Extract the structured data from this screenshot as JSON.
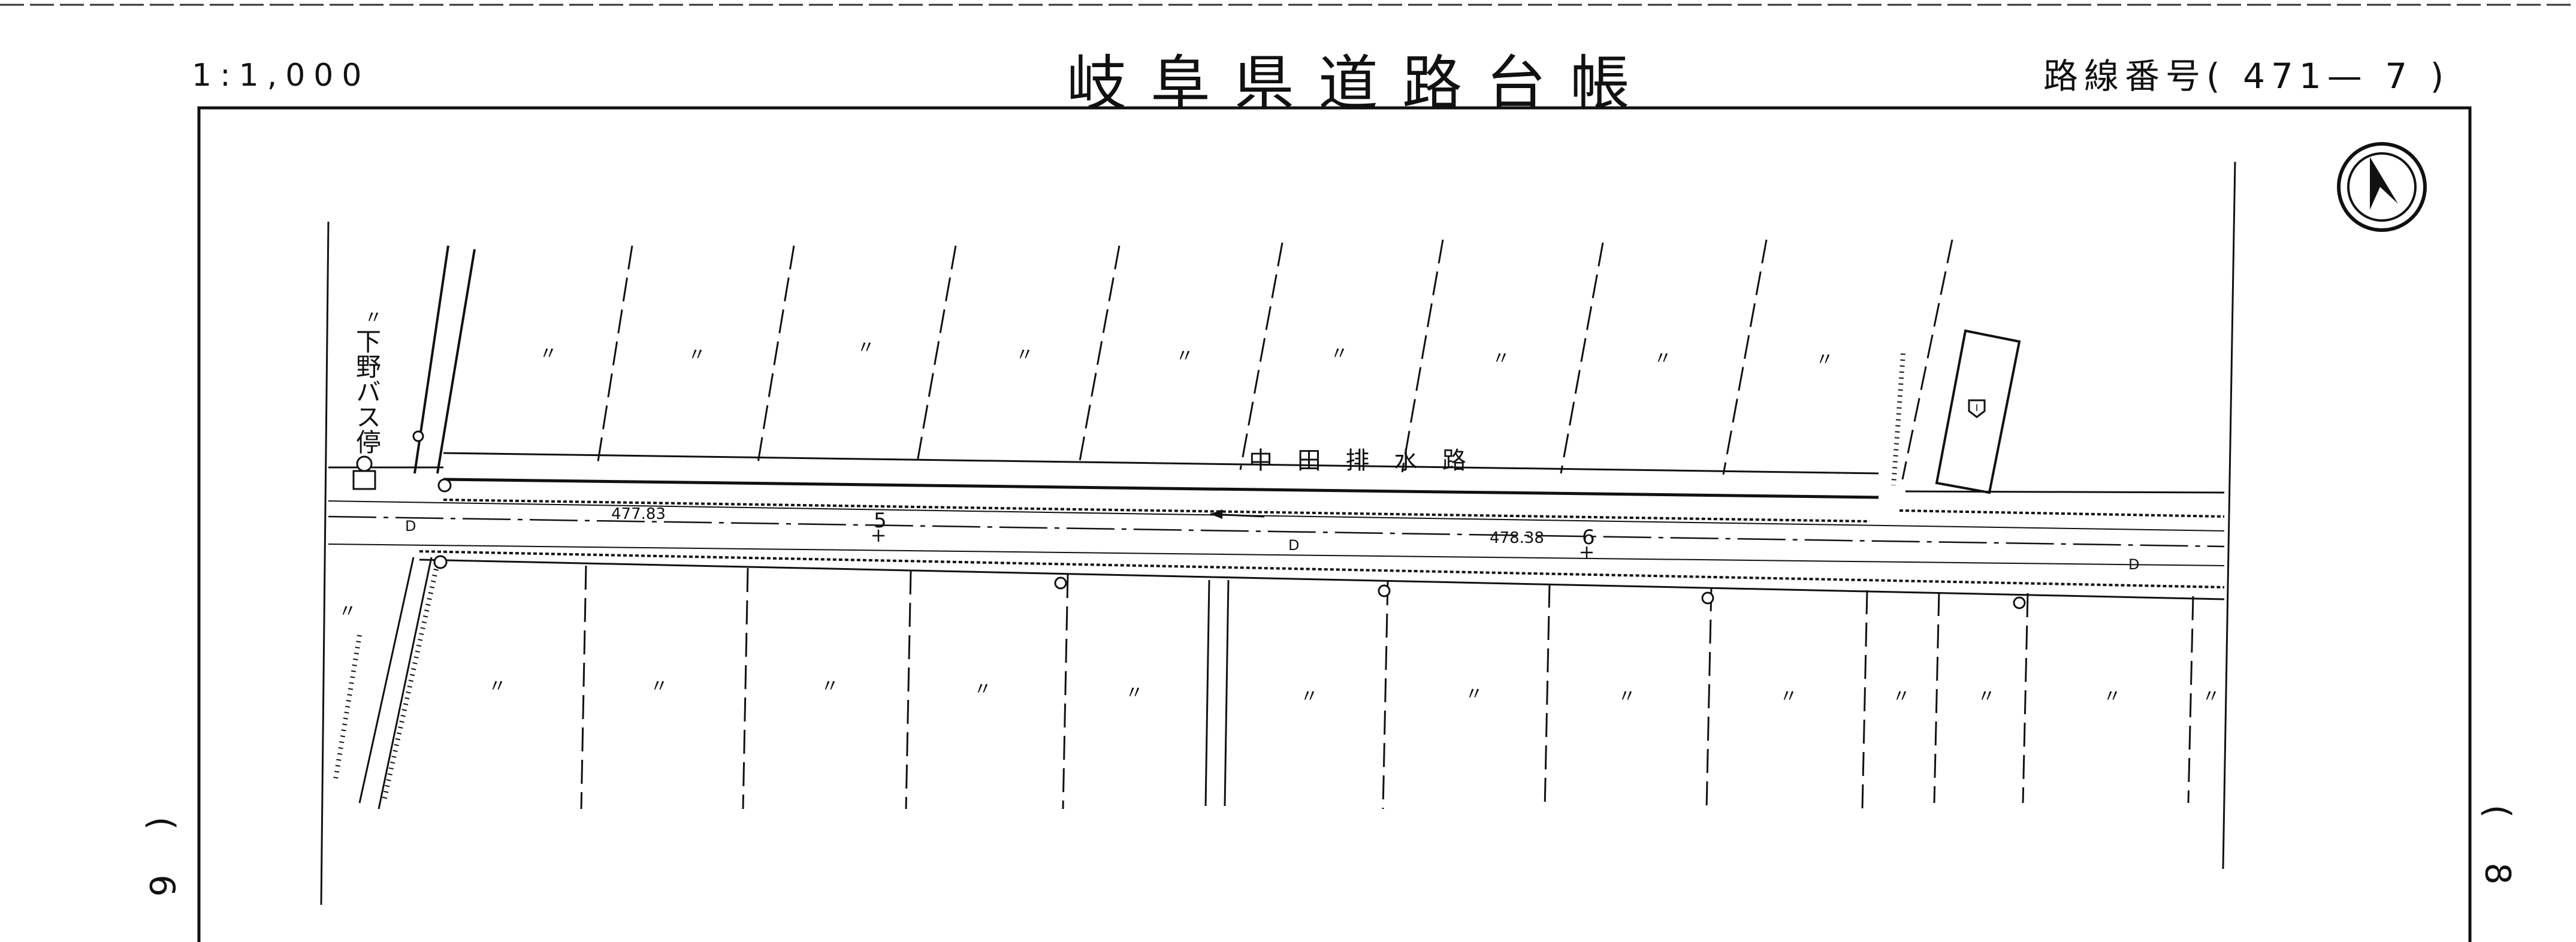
{
  "header": {
    "scale": "1:1,000",
    "title": "岐阜県道路台帳",
    "route_label": "路線番号",
    "route_number": "471— 7"
  },
  "edges": {
    "left_sheet_ref": "6",
    "right_sheet_ref": "8"
  },
  "map": {
    "bus_stop": "下野バス停",
    "drainage_name": "中 田 排 水 路",
    "stations": [
      "5",
      "6"
    ],
    "elevations": [
      "477.83",
      "478.38"
    ],
    "landuse_mark": "〃",
    "centerline_mark": "D",
    "building_mark": "I"
  }
}
